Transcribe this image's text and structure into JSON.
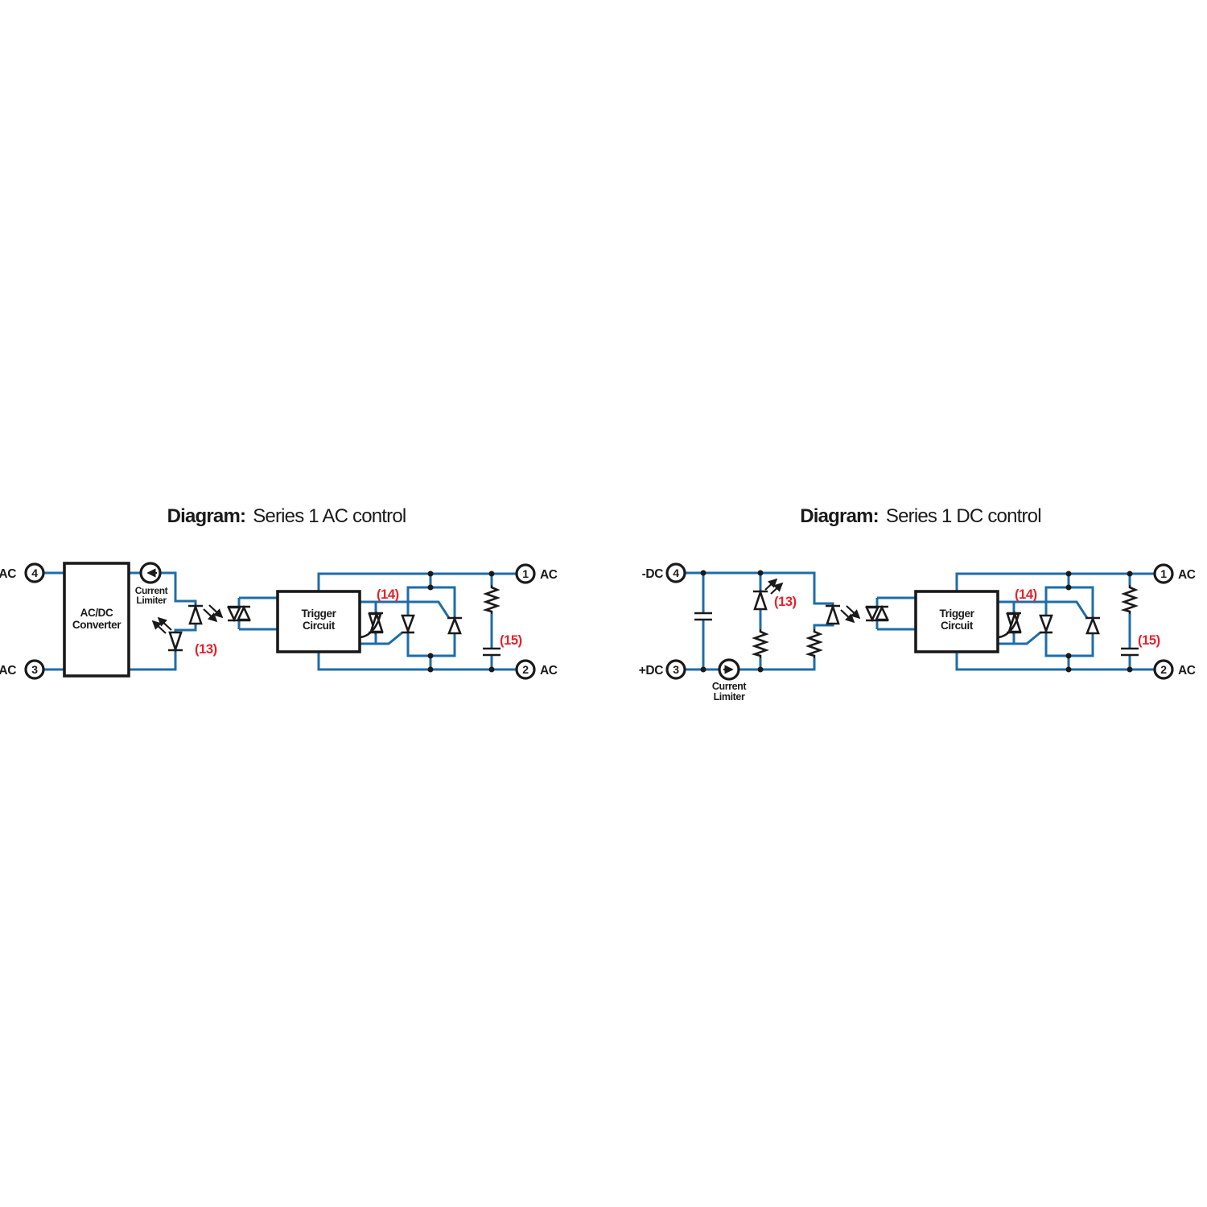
{
  "colors": {
    "wire_blue": "#1e6da8",
    "ink_black": "#1a1a1a",
    "reference_red": "#e8212b",
    "background": "#ffffff"
  },
  "diagrams": {
    "ac": {
      "title_label": "Diagram:",
      "title_text": "Series 1 AC control",
      "terminal_4": {
        "label": "AC",
        "num": "4"
      },
      "terminal_3": {
        "label": "AC",
        "num": "3"
      },
      "terminal_1": {
        "num": "1",
        "label": "AC"
      },
      "terminal_2": {
        "num": "2",
        "label": "AC"
      },
      "converter_line1": "AC/DC",
      "converter_line2": "Converter",
      "limiter_line1": "Current",
      "limiter_line2": "Limiter",
      "trigger_line1": "Trigger",
      "trigger_line2": "Circuit",
      "ref_13": "(13)",
      "ref_14": "(14)",
      "ref_15": "(15)"
    },
    "dc": {
      "title_label": "Diagram:",
      "title_text": "Series 1 DC control",
      "terminal_4": {
        "label": "-DC",
        "num": "4"
      },
      "terminal_3": {
        "label": "+DC",
        "num": "3"
      },
      "terminal_1": {
        "num": "1",
        "label": "AC"
      },
      "terminal_2": {
        "num": "2",
        "label": "AC"
      },
      "limiter_line1": "Current",
      "limiter_line2": "Limiter",
      "trigger_line1": "Trigger",
      "trigger_line2": "Circuit",
      "ref_13": "(13)",
      "ref_14": "(14)",
      "ref_15": "(15)"
    }
  }
}
